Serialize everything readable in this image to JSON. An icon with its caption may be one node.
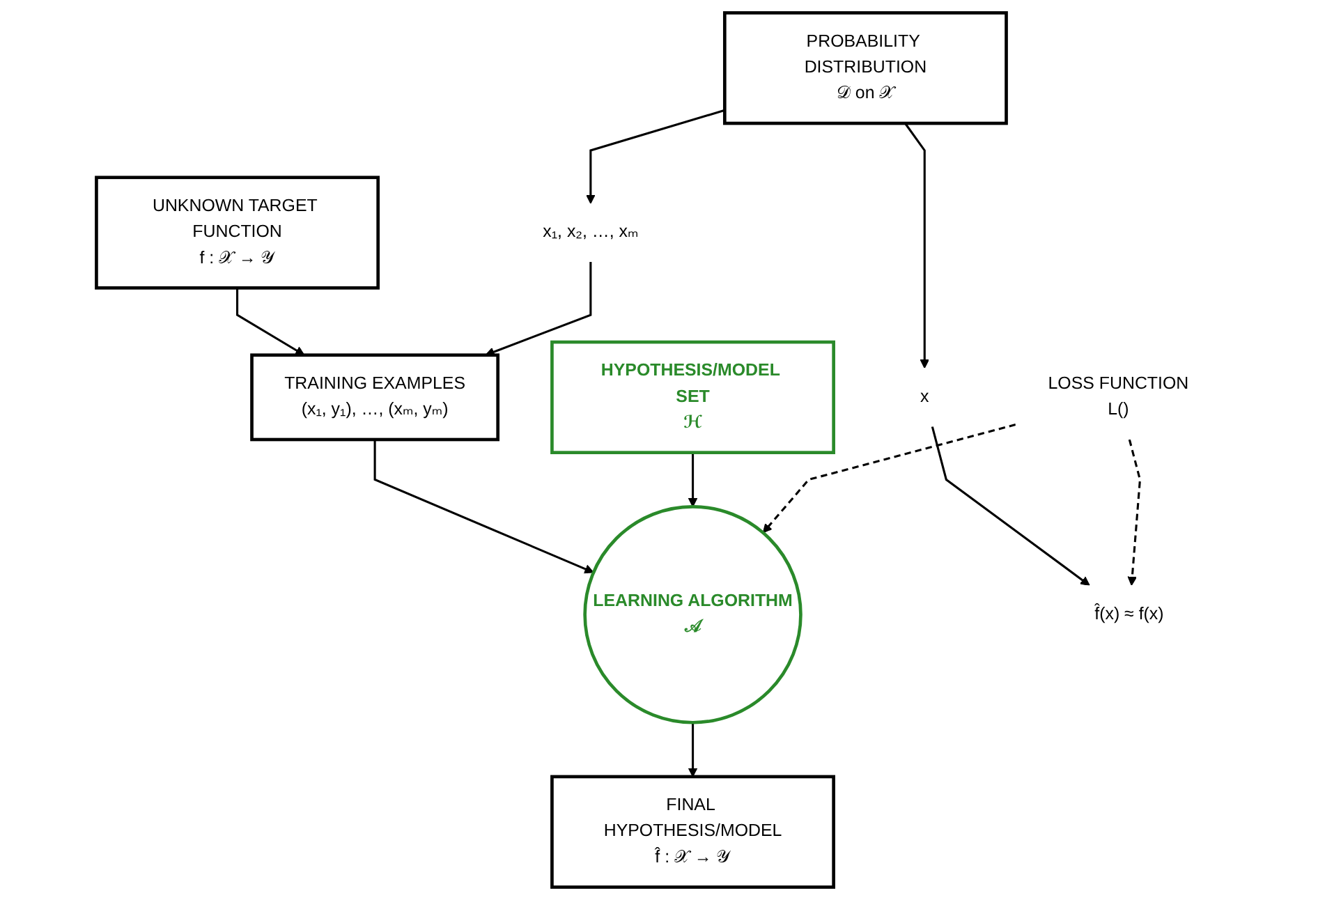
{
  "diagram": {
    "nodes": [
      {
        "text": [
          "UNKNOWN TARGET FUNCTION",
          "f : 𝒳 → 𝒴"
        ]
      },
      {
        "text": [
          "PROBABILITY DISTRIBUTION",
          "𝒟 on 𝒳"
        ]
      },
      {
        "text": [
          "TRAINING EXAMPLES",
          "(x₁, y₁), …, (xₘ, yₘ)"
        ]
      },
      {
        "text": [
          "x₁, x₂, …, xₘ"
        ]
      },
      {
        "text": [
          "x"
        ]
      },
      {
        "text": [
          "LOSS FUNCTION",
          "L()"
        ]
      },
      {
        "text": [
          "LEARNING ALGORITHM",
          "𝒜"
        ]
      },
      {
        "text": [
          "f̂(x) ≈ f(x)"
        ]
      },
      {
        "text": [
          "FINAL HYPOTHESIS/MODEL",
          "f̂ : 𝒳 → 𝒴"
        ]
      },
      {
        "text": [
          "HYPOTHESIS/MODEL SET",
          "ℋ"
        ]
      }
    ],
    "edges": [
      {
        "from": 0,
        "to": 2,
        "arrow": "to"
      },
      {
        "from": 1,
        "to": 3,
        "arrow": "to"
      },
      {
        "from": 1,
        "to": 4,
        "arrow": "to"
      },
      {
        "from": 3,
        "to": 2,
        "arrow": "to"
      },
      {
        "from": 4,
        "to": 7,
        "arrow": "to"
      },
      {
        "from": 2,
        "to": 6,
        "arrow": "to"
      },
      {
        "from": 9,
        "to": 6,
        "arrow": "to"
      },
      {
        "from": 5,
        "to": 6,
        "arrow": "to",
        "style": "dashed"
      },
      {
        "from": 5,
        "to": 7,
        "arrow": "to",
        "style": "dashed"
      },
      {
        "from": 6,
        "to": 8,
        "arrow": "to"
      }
    ]
  }
}
